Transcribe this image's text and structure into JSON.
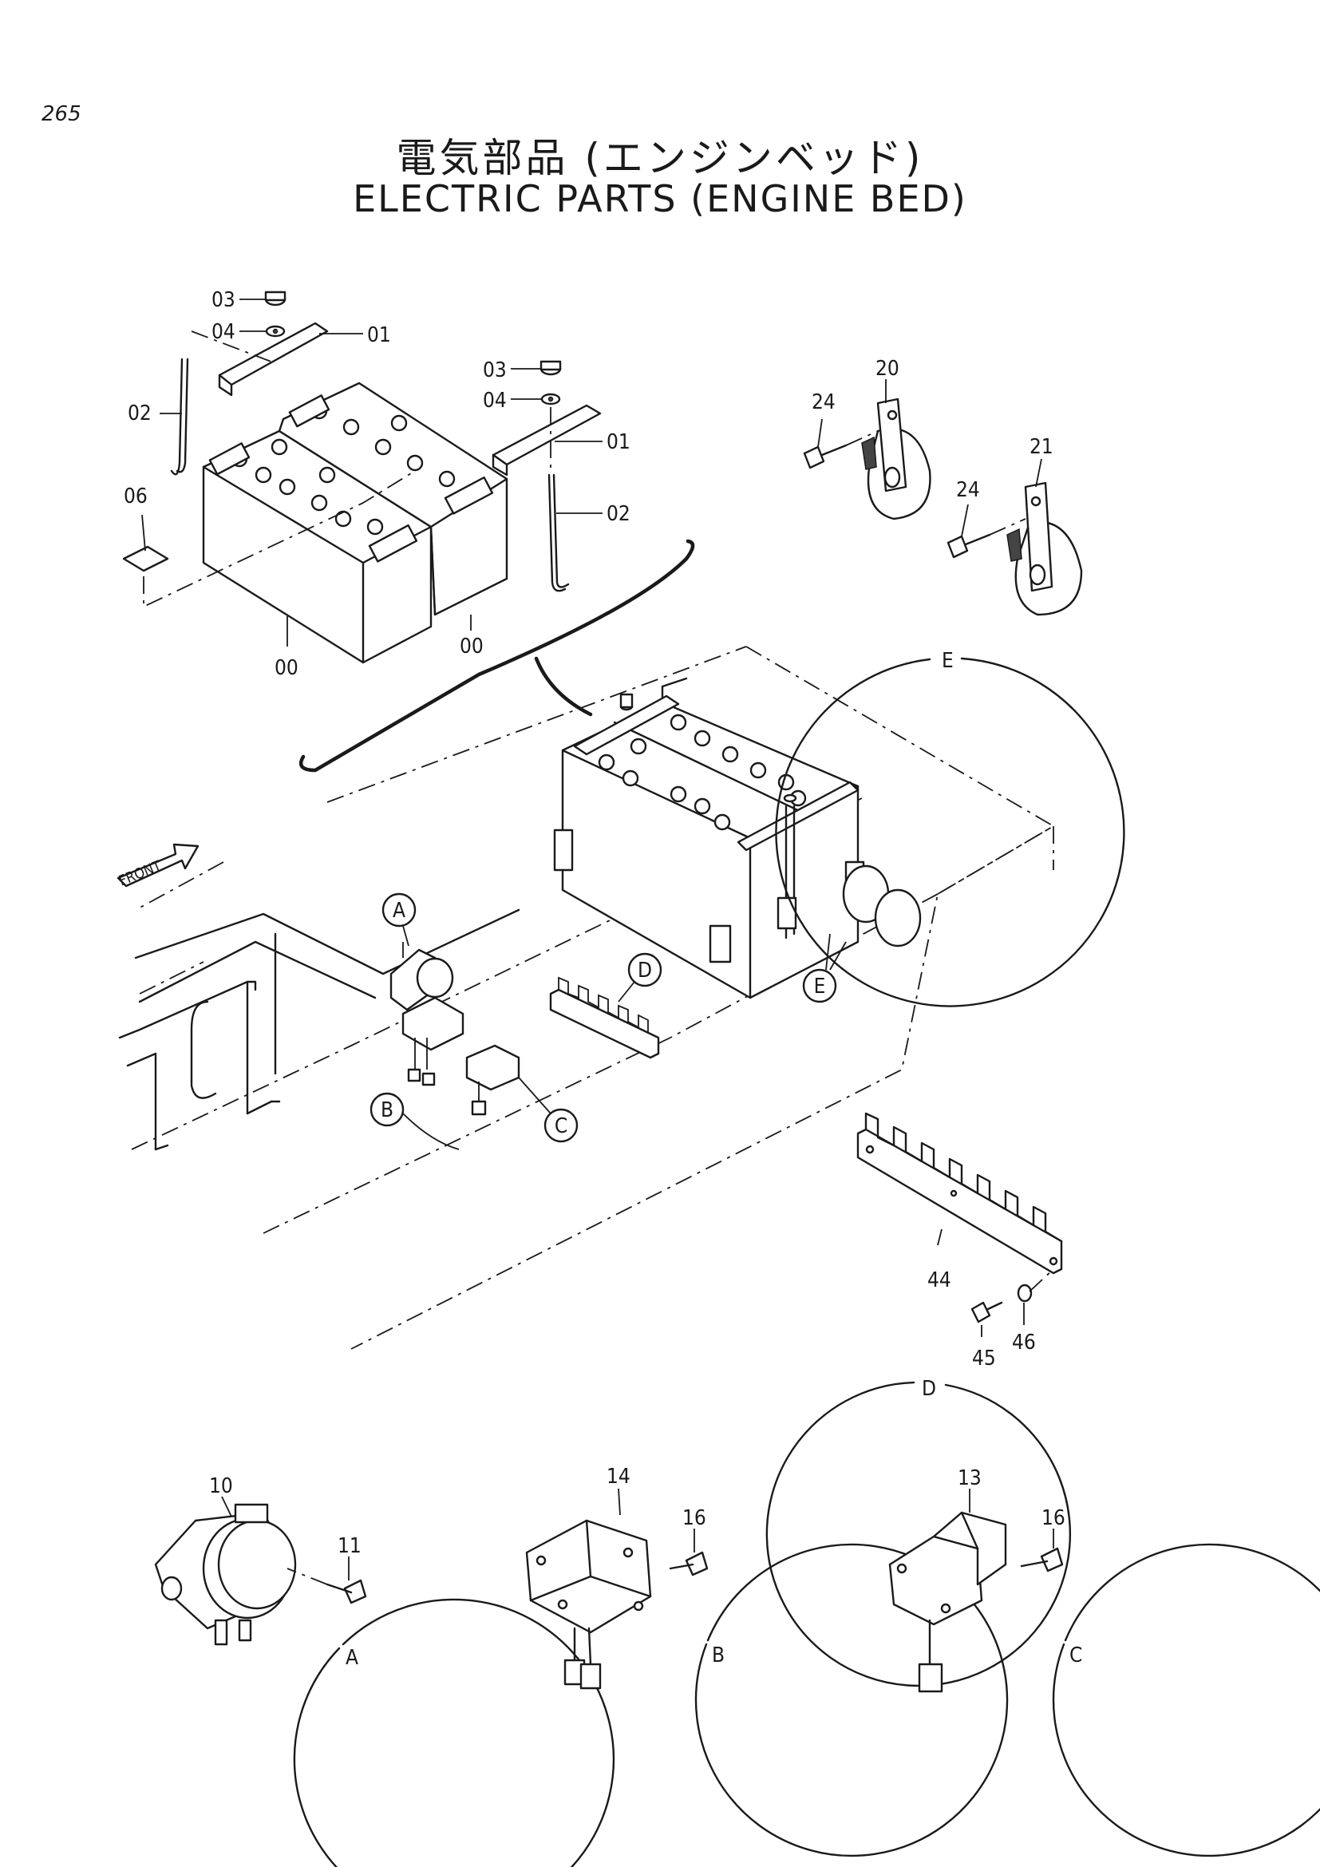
{
  "page": {
    "number": "265",
    "title_jp": "電気部品 (エンジンベッド)",
    "title_en": "ELECTRIC PARTS (ENGINE BED)"
  },
  "front_label": "FRONT",
  "battery_callouts": {
    "nut_left": "03",
    "washer_left": "04",
    "holder_left": "01",
    "rod_left": "02",
    "nut_right": "03",
    "washer_right": "04",
    "holder_right": "01",
    "rod_right": "02",
    "label": "06",
    "battery_left": "00",
    "battery_right": "00"
  },
  "detail_markers": {
    "a": "A",
    "b": "B",
    "c": "C",
    "d": "D",
    "e": "E"
  },
  "detail_e": {
    "horn_1": "20",
    "horn_2": "21",
    "bolt_1": "24",
    "bolt_2": "24",
    "letter": "E"
  },
  "detail_d": {
    "plate": "44",
    "bolt": "45",
    "washer": "46",
    "letter": "D"
  },
  "detail_a": {
    "relay": "10",
    "bolt": "11",
    "letter": "A"
  },
  "detail_b": {
    "unit": "14",
    "bolt": "16",
    "letter": "B"
  },
  "detail_c": {
    "unit": "13",
    "bolt": "16",
    "letter": "C"
  }
}
